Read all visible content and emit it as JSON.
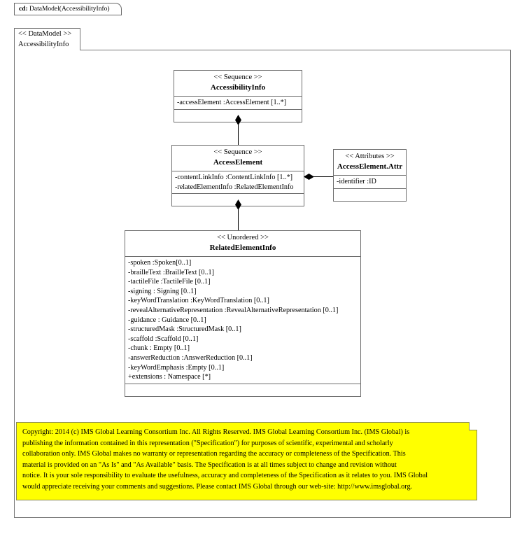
{
  "diagram_tab": {
    "kind": "cd:",
    "title": "DataModel(AccessibilityInfo)"
  },
  "package": {
    "stereotype": "<< DataModel >>",
    "name": "AccessibilityInfo"
  },
  "classes": [
    {
      "id": "accessibility-info",
      "stereotype": "<< Sequence >>",
      "name": "AccessibilityInfo",
      "attributes": [
        "-accessElement :AccessElement [1..*]"
      ],
      "operations": []
    },
    {
      "id": "access-element",
      "stereotype": "<< Sequence >>",
      "name": "AccessElement",
      "attributes": [
        "-contentLinkInfo  :ContentLinkInfo  [1..*]",
        "-relatedElementInfo   :RelatedElementInfo"
      ],
      "operations": []
    },
    {
      "id": "access-element-attr",
      "stereotype": "<< Attributes >>",
      "name": "AccessElement.Attr",
      "attributes": [
        "-identifier  :ID"
      ],
      "operations": []
    },
    {
      "id": "related-element-info",
      "stereotype": "<< Unordered >>",
      "name": "RelatedElementInfo",
      "attributes": [
        "-spoken :Spoken[0..1]",
        "-brailleText  :BrailleText  [0..1]",
        "-tactileFile  :TactileFile  [0..1]",
        "-signing  : Signing  [0..1]",
        "-keyWordTranslation  :KeyWordTranslation  [0..1]",
        "-revealAlternativeRepresentation   :RevealAlternativeRepresentation    [0..1]",
        "-guidance  : Guidance  [0..1]",
        "-structuredMask  :StructuredMask  [0..1]",
        "-scaffold  :Scaffold  [0..1]",
        "-chunk  : Empty  [0..1]",
        "-answerReduction  :AnswerReduction  [0..1]",
        "-keyWordEmphasis  :Empty [0..1]",
        "+extensions  : Namespace [*]"
      ],
      "operations": []
    }
  ],
  "connectors": [
    {
      "id": "conn-composition-accessibilityinfo-accesselement",
      "type": "composition"
    },
    {
      "id": "conn-composition-accesselement-relatedelementinfo",
      "type": "composition"
    },
    {
      "id": "conn-composition-accesselement-attr",
      "type": "composition"
    }
  ],
  "note": {
    "lines": [
      "Copyright: 2014 (c) IMS Global Learning Consortium Inc.  All Rights Reserved.  IMS Global Learning Consortium Inc. (IMS Global) is",
      "publishing the information contained in this representation (\"Specification\") for purposes of scientific, experimental and scholarly",
      "collaboration only.  IMS Global makes no warranty or representation regarding the accuracy or completeness of the Specification.  This",
      "material is provided on an \"As Is\" and \"As Available\" basis.  The Specification is at all times subject to change and revision without",
      "notice.  It is your sole responsibility to evaluate the usefulness, accuracy and completeness of the Specification as it relates to you.  IMS Global",
      "would appreciate receiving your comments and suggestions.  Please contact IMS Global through our web-site: http://www.imsglobal.org."
    ],
    "background_color": "#ffff00"
  }
}
